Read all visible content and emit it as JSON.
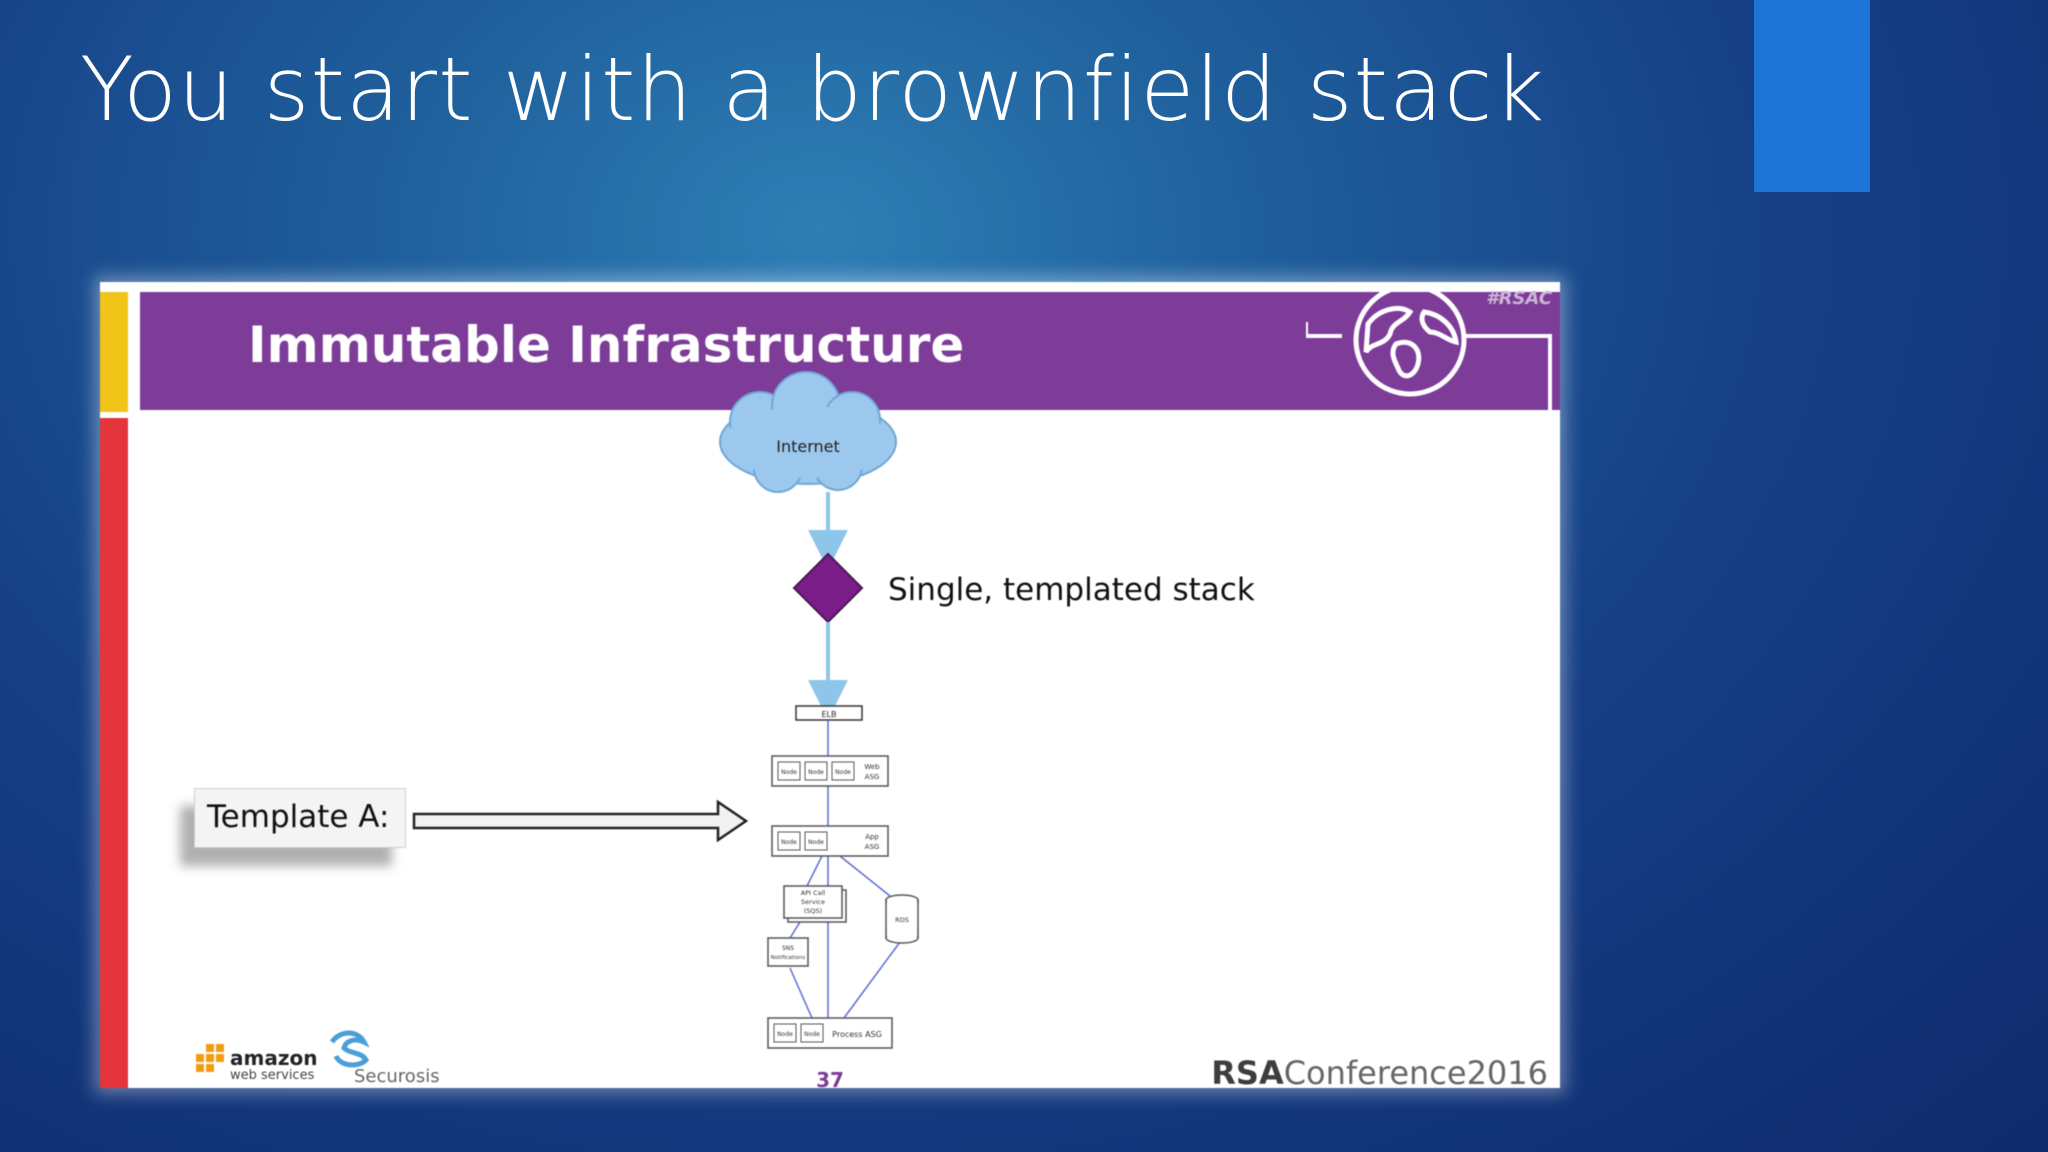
{
  "slide": {
    "title": "You start with a brownfield stack"
  },
  "embedded_slide": {
    "header_title": "Immutable Infrastructure",
    "tag": "#RSAC",
    "internet_label": "Internet",
    "stack_label": "Single, templated stack",
    "template_label": "Template A:",
    "page_number": "37",
    "footer": {
      "aws_word": "amazon",
      "aws_sub": "web services",
      "securosis": "Securosis",
      "rsa_bold": "RSA",
      "rsa_light": "Conference2016"
    },
    "diagram": {
      "elb": "ELB",
      "node": "Node",
      "web_asg": [
        "Web",
        "ASG"
      ],
      "app_asg": [
        "App",
        "ASG"
      ],
      "api_call": [
        "API Call",
        "Service",
        "(SQS)"
      ],
      "rds": "RDS",
      "sns": [
        "SNS",
        "Notifications"
      ],
      "process_asg": "Process ASG"
    }
  },
  "colors": {
    "accent_tab": "#1d73d6",
    "header_purple": "#7d3c98",
    "side_yellow": "#f0c419",
    "side_red": "#e3353b",
    "cloud_blue": "#9cc8ee",
    "diamond_purple": "#7a1f8a"
  }
}
